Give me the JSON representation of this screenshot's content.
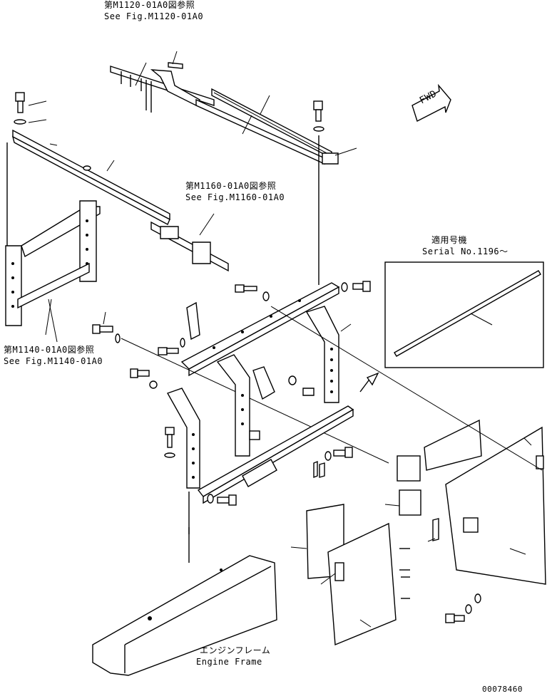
{
  "references": {
    "m1120": {
      "jp": "第M1120-01A0図参照",
      "en": "See Fig.M1120-01A0"
    },
    "m1160": {
      "jp": "第M1160-01A0図参照",
      "en": "See Fig.M1160-01A0"
    },
    "m1140": {
      "jp": "第M1140-01A0図参照",
      "en": "See Fig.M1140-01A0"
    }
  },
  "serial_box": {
    "jp": "適用号機",
    "en": "Serial No.1196～"
  },
  "engine_frame": {
    "jp": "エンジンフレーム",
    "en": "Engine Frame"
  },
  "fwd_label": "FWD",
  "drawing_number": "00078460"
}
